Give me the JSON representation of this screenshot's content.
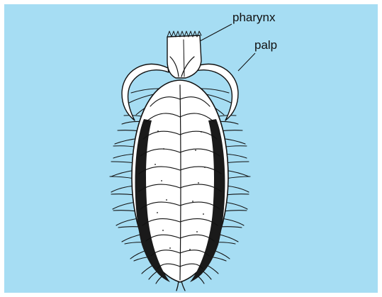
{
  "labels": {
    "pharynx": "pharynx",
    "palp": "palp"
  },
  "colors": {
    "background": "#a6ddf3",
    "ink": "#111111",
    "body_fill": "#ffffff"
  },
  "figure": {
    "subject": "scale-worm",
    "segment_count": 12
  }
}
